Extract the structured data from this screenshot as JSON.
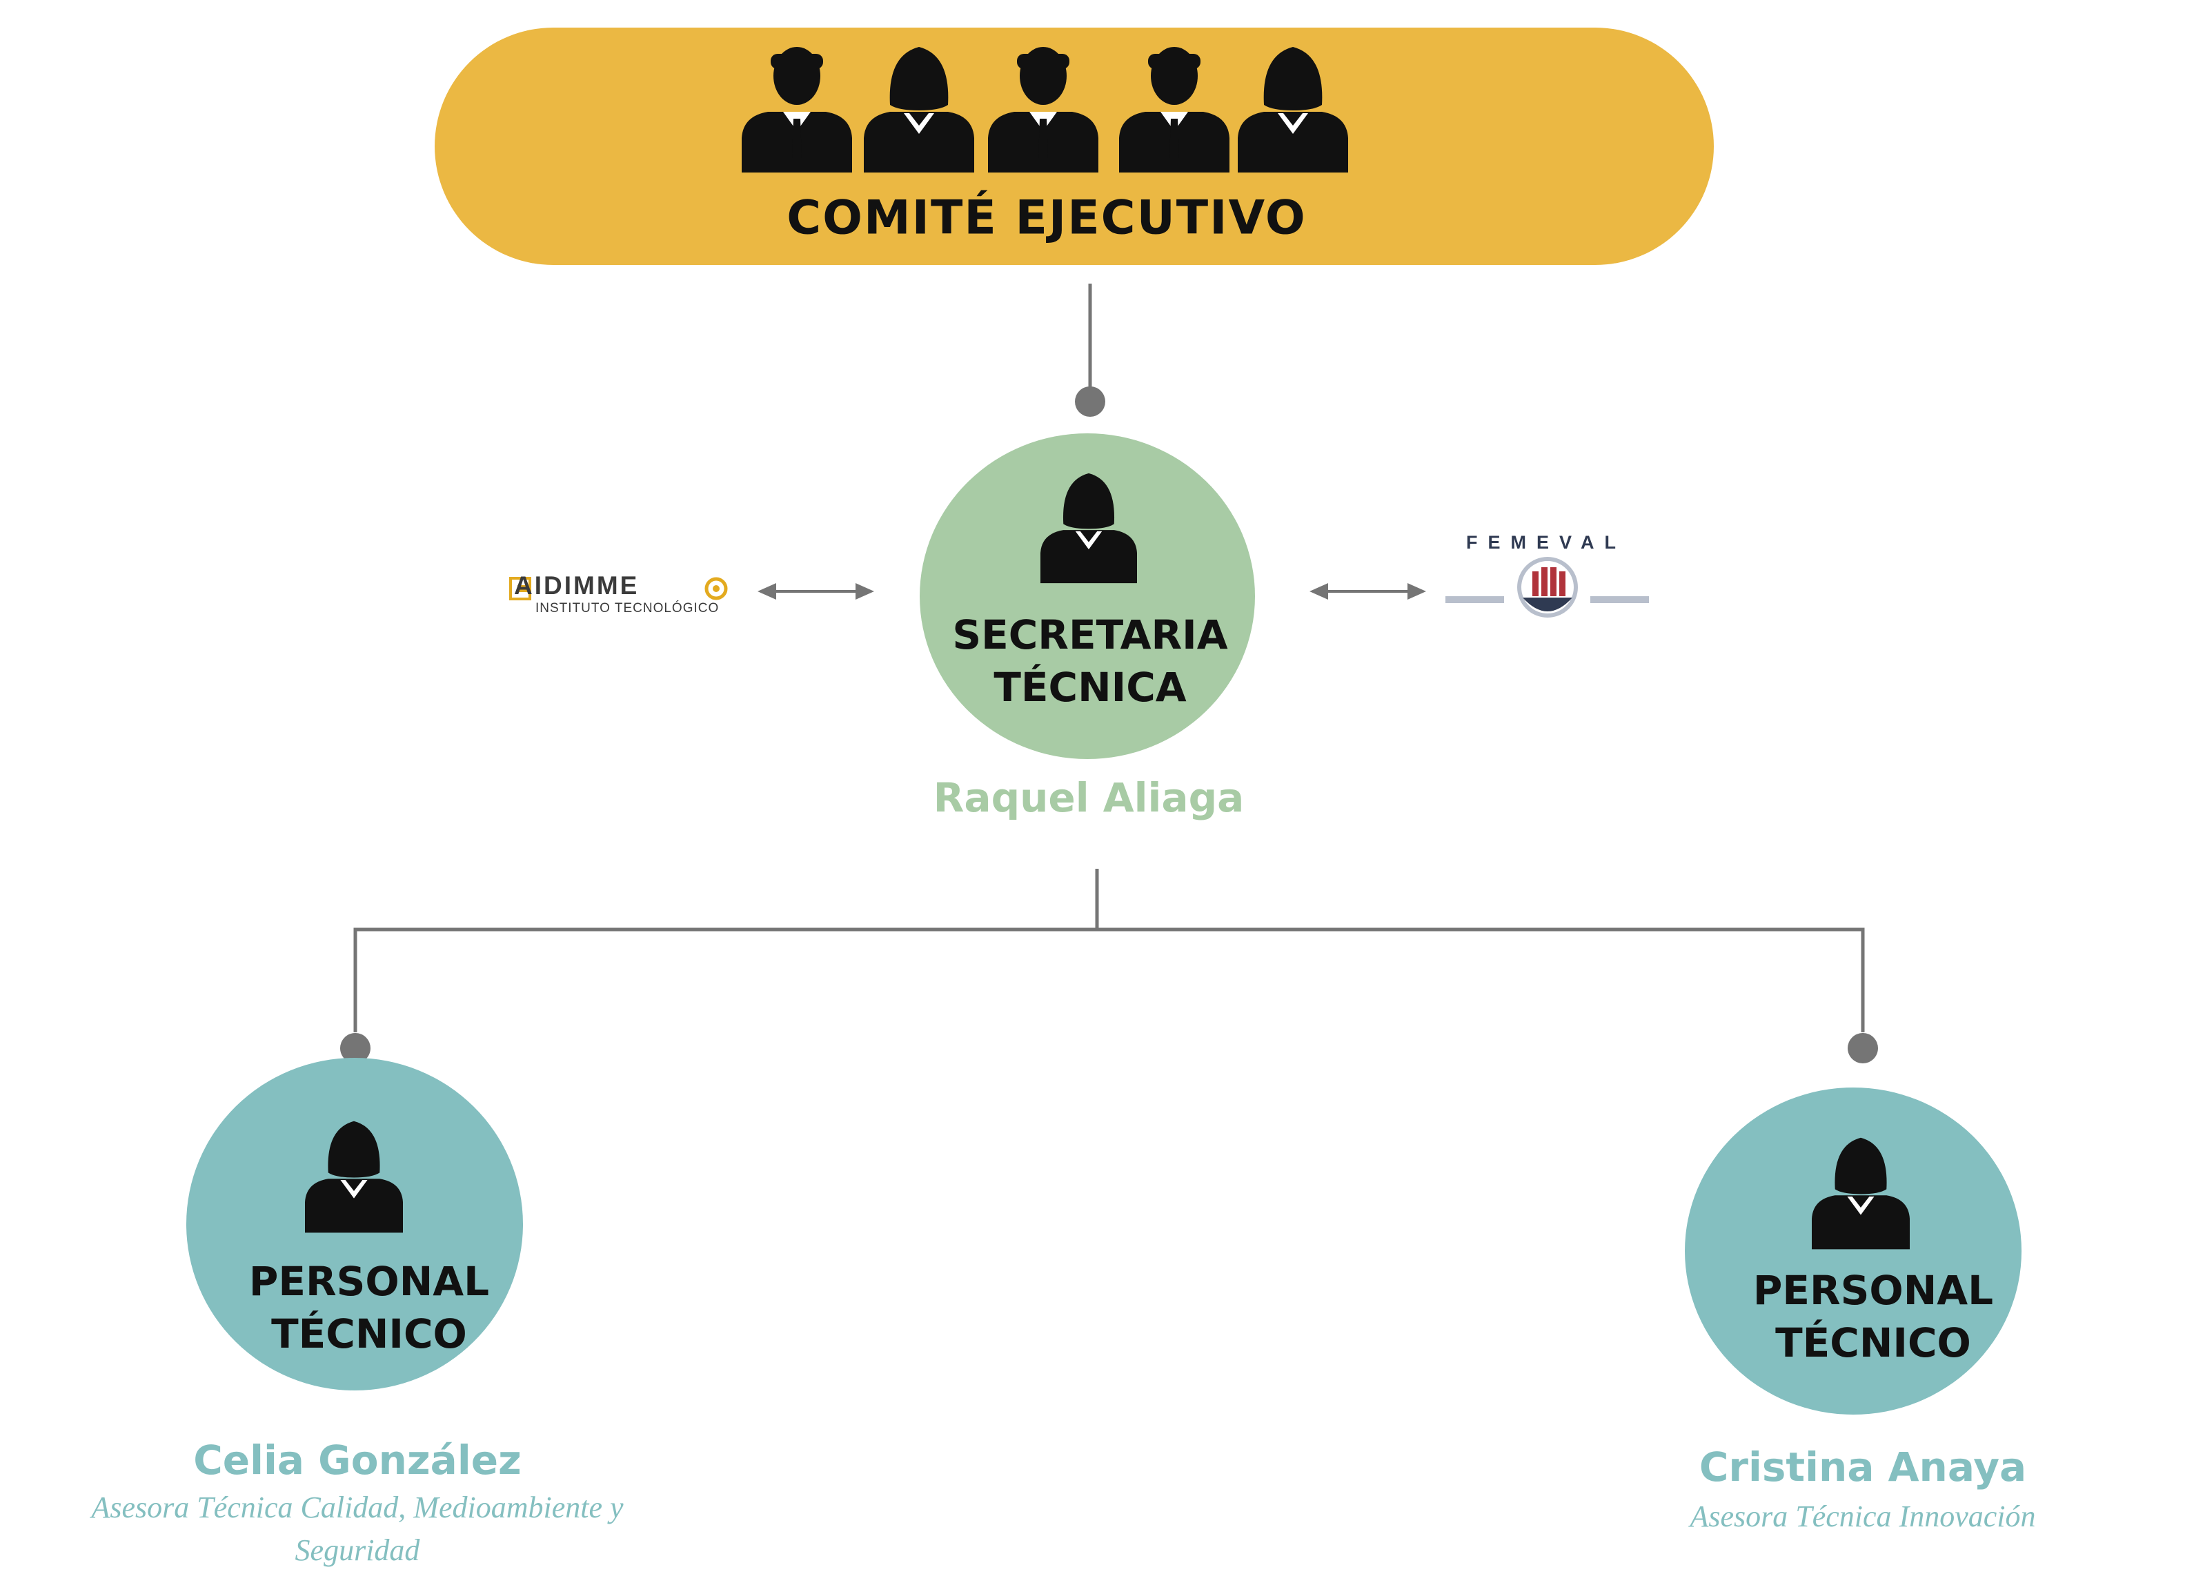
{
  "committee": {
    "title": "COMITÉ EJECUTIVO",
    "member_count": 5
  },
  "secretary": {
    "title_line1": "SECRETARIA",
    "title_line2": "TÉCNICA",
    "name": "Raquel Aliaga"
  },
  "partners": {
    "left": {
      "name": "AIDIMME",
      "subtitle": "INSTITUTO TECNOLÓGICO"
    },
    "right": {
      "name": "FEMEVAL"
    }
  },
  "staff": [
    {
      "title_line1": "PERSONAL",
      "title_line2": "TÉCNICO",
      "name": "Celia González",
      "role_line1": "Asesora Técnica Calidad, Medioambiente y",
      "role_line2": "Seguridad"
    },
    {
      "title_line1": "PERSONAL",
      "title_line2": "TÉCNICO",
      "name": "Cristina Anaya",
      "role_line1": "Asesora Técnica Innovación"
    }
  ],
  "colors": {
    "committee": "#EBB843",
    "secretary": "#A8CBA5",
    "staff": "#84BFC0",
    "connector": "#757575",
    "aidimme_accent": "#E3AA1F",
    "femeval_dark": "#2F3A52",
    "femeval_red": "#B0333B"
  }
}
